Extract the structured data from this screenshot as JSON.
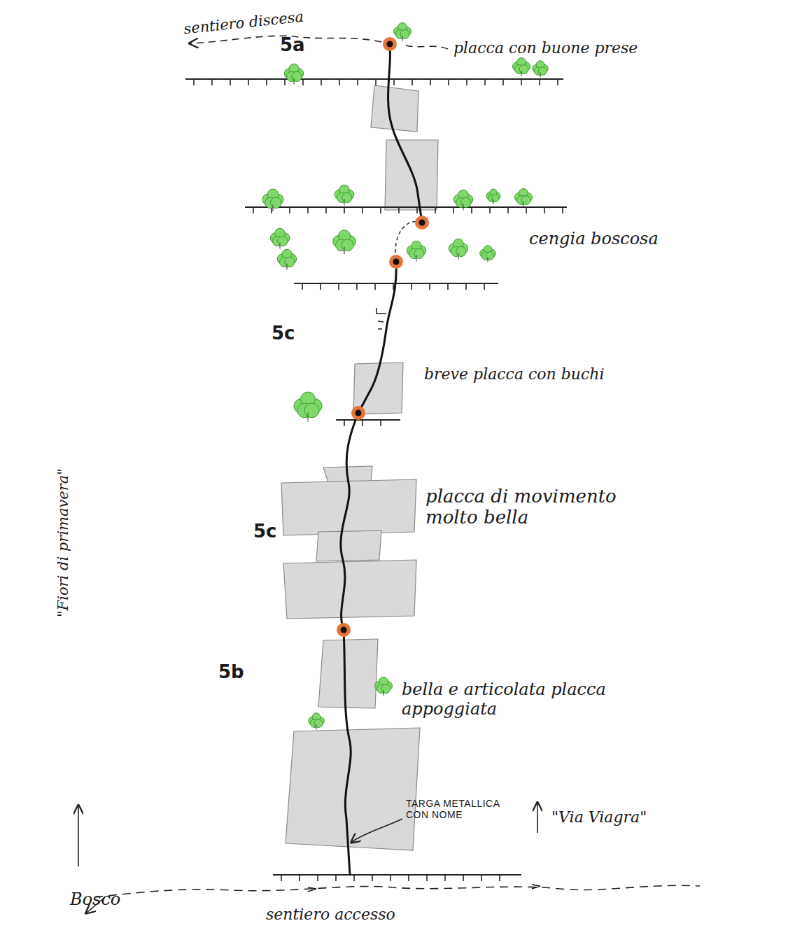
{
  "diagram": {
    "labels": [
      "sentiero discesa",
      "5a",
      "placca con buone prese",
      "cengia boscosa",
      "5c",
      "breve placca con buchi",
      "5c",
      "placca di movimento molto bella",
      "5b",
      "bella e articolata placca appoggiata",
      "TARGA METALLICA CON NOME",
      "\"Fiori di primavera\"",
      "\"Via Viagra\"",
      "Bosco",
      "sentiero accesso"
    ]
  }
}
